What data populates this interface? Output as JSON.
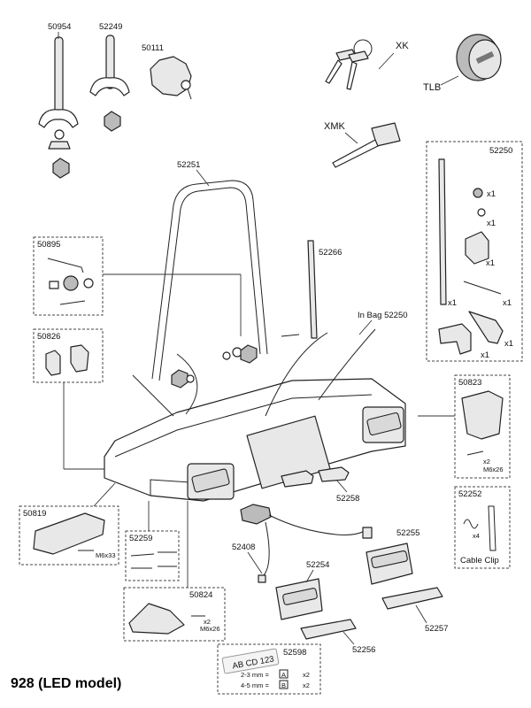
{
  "parts": {
    "p50954": "50954",
    "p52249": "52249",
    "p50111": "50111",
    "xk": "XK",
    "tlb": "TLB",
    "xmk": "XMK",
    "p52251": "52251",
    "p52250": "52250",
    "p50895": "50895",
    "p52266": "52266",
    "in_bag": "In Bag 52250",
    "p50826": "50826",
    "p50823": "50823",
    "p52258": "52258",
    "p50819": "50819",
    "m6x33": "M6x33",
    "p52259": "52259",
    "p52408": "52408",
    "p52255": "52255",
    "p52254": "52254",
    "p52252": "52252",
    "cable_clip": "Cable Clip",
    "p50824": "50824",
    "m6x26_a": "M6x26",
    "m6x26_b": "M6x26",
    "p52257": "52257",
    "p52256": "52256",
    "p52598": "52598",
    "plate_text": "AB CD 123",
    "size_a": "2-3 mm =",
    "size_b": "4-5 mm =",
    "letter_a": "A",
    "letter_b": "B"
  },
  "quantities": {
    "x1": "x1",
    "x2": "x2",
    "x4": "x4"
  },
  "footer": {
    "model_title": "928 (LED model)"
  }
}
